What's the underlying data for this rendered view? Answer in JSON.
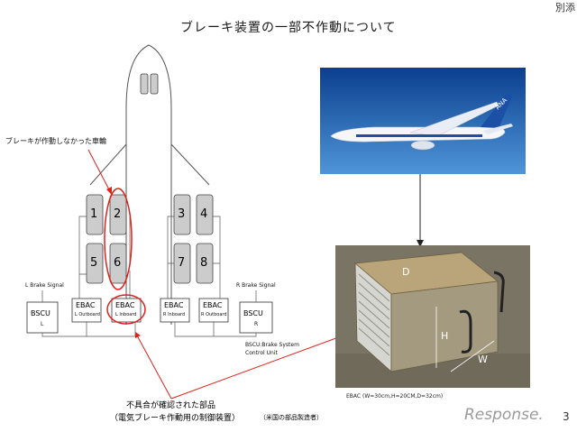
{
  "slide": {
    "title": "ブレーキ装置の一部不作動について",
    "corner_tag": "別添",
    "page_number": "3"
  },
  "diagram": {
    "callout_wheels": "ブレーキが作動しなかった車輪",
    "wheels_left": [
      "1",
      "2",
      "5",
      "6"
    ],
    "wheels_right": [
      "3",
      "4",
      "7",
      "8"
    ],
    "l_brake_signal": "L Brake Signal",
    "r_brake_signal": "R Brake Signal",
    "bscu_left": {
      "name": "BSCU",
      "side": "L"
    },
    "bscu_right": {
      "name": "BSCU",
      "side": "R"
    },
    "ebac_units": [
      {
        "name": "EBAC",
        "sub": "L Outboard"
      },
      {
        "name": "EBAC",
        "sub": "L Inboard"
      },
      {
        "name": "EBAC",
        "sub": "R Inboard"
      },
      {
        "name": "EBAC",
        "sub": "R Outboard"
      }
    ],
    "bscu_note_line1": "BSCU:Brake System",
    "bscu_note_line2": "Control Unit",
    "faulty_part_line1": "不具合が確認された部品",
    "faulty_part_line2": "（電気ブレーキ作動用の制御装置）",
    "faulty_part_note": "（米国の部品製造者）",
    "highlight_color": "#e0201a"
  },
  "photos": {
    "plane_livery": "ANA",
    "box_labels": {
      "d": "D",
      "h": "H",
      "w": "W"
    },
    "ebac_caption": "EBAC (W=30cm,H=20CM,D=32cm)"
  },
  "branding": {
    "logo": "Response."
  }
}
